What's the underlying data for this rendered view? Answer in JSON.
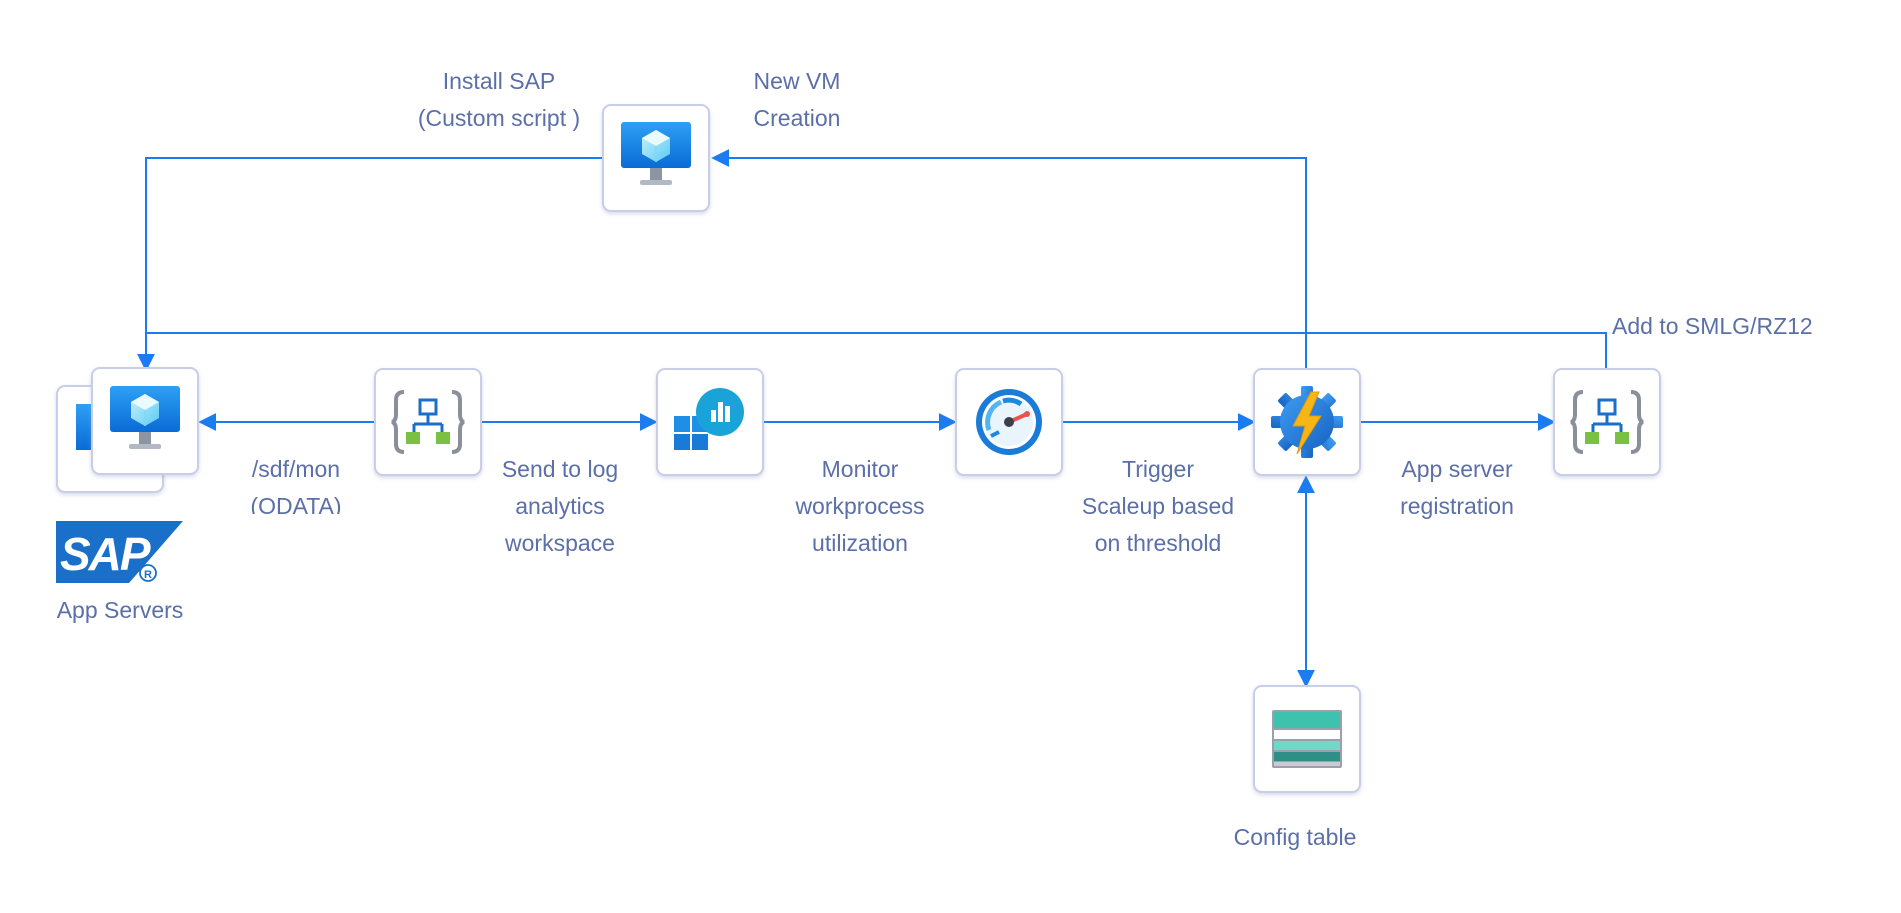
{
  "labels": {
    "install_sap": "Install SAP\n(Custom script )",
    "new_vm": "New VM\nCreation",
    "add_smlg": "Add to SMLG/RZ12",
    "odata": "/sdf/mon\n(ODATA)",
    "send_log": "Send to log\nanalytics\nworkspace",
    "monitor": "Monitor\nworkprocess\nutilization",
    "trigger": "Trigger\nScaleup based\non threshold",
    "registration": "App server\nregistration",
    "app_servers": "App Servers",
    "config_table": "Config table",
    "sap_logo": "SAP"
  },
  "colors": {
    "connector": "#1a7cf0",
    "label_text": "#5b6fa8",
    "node_border": "#c8cde8",
    "sap_blue": "#1a6fc8"
  },
  "icons": {
    "vm_new": "virtual-machine-icon",
    "app_servers": "virtual-machine-stack-icon",
    "logic_app_left": "logic-app-icon",
    "log_analytics": "log-analytics-workspace-icon",
    "monitor": "monitor-gauge-icon",
    "function": "function-app-icon",
    "logic_app_right": "logic-app-icon",
    "config_table": "storage-table-icon",
    "sap": "sap-logo"
  }
}
